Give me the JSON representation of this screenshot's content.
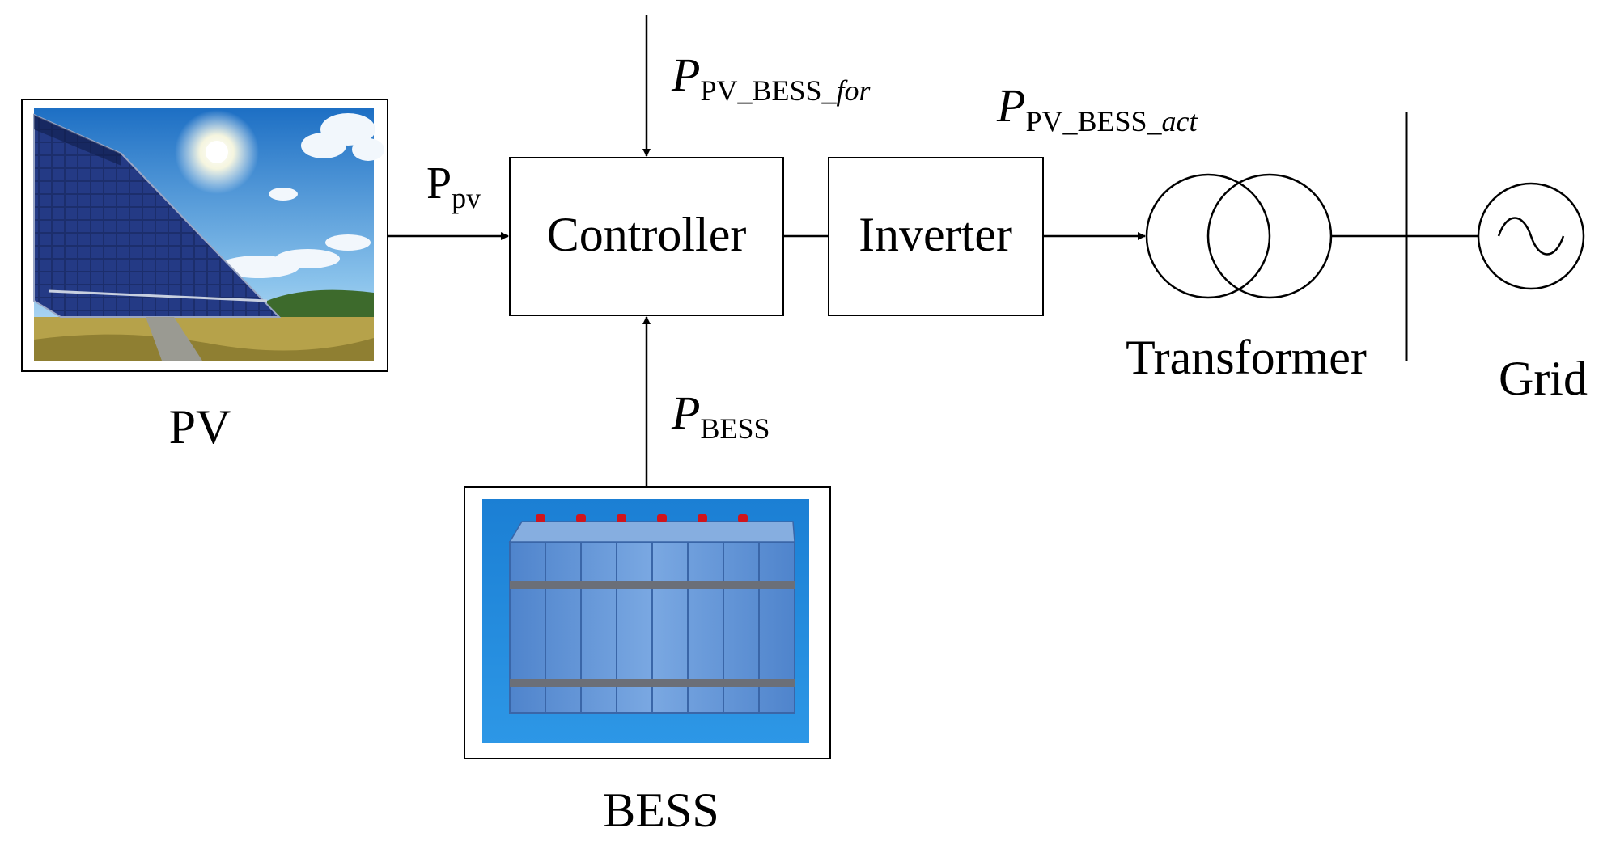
{
  "labels": {
    "pv": "PV",
    "bess": "BESS",
    "controller": "Controller",
    "inverter": "Inverter",
    "transformer": "Transformer",
    "grid": "Grid"
  },
  "signals": {
    "p_pv": {
      "main": "P",
      "sub": "pv"
    },
    "p_forecast": {
      "main": "P",
      "sub": "PV_BESS_",
      "sub_italic": "for"
    },
    "p_actual": {
      "main": "P",
      "sub": "PV_BESS_",
      "sub_italic": "act"
    },
    "p_bess": {
      "main": "P",
      "sub": "BESS"
    }
  },
  "colors": {
    "line": "#000000",
    "sky_top": "#1d6fc4",
    "sky_bottom": "#8cc4ec",
    "panel": "#1b2f6e",
    "grass": "#b6a24a",
    "battery_bg": "#1f86d6",
    "battery_cell": "#5f93d6",
    "terminal_red": "#d0141c"
  }
}
